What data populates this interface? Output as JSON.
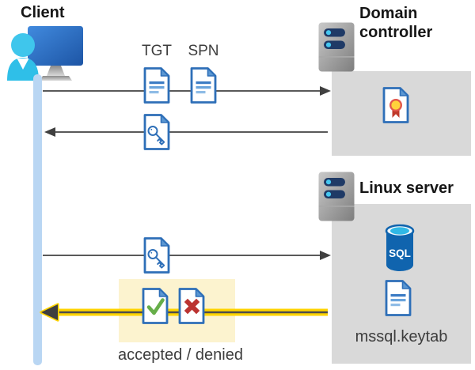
{
  "diagram": {
    "client": {
      "label": "Client"
    },
    "domain_controller": {
      "label": "Domain controller"
    },
    "linux_server": {
      "label": "Linux server"
    },
    "request": {
      "tgt_label": "TGT",
      "spn_label": "SPN"
    },
    "sql_database": {
      "icon_text": "SQL"
    },
    "keytab": {
      "label": "mssql.keytab"
    },
    "response": {
      "label": "accepted / denied"
    }
  },
  "colors": {
    "doc_blue": "#2e6fb8",
    "doc_fold_blue": "#5b97d2",
    "arrow_gray": "#595959",
    "arrow_yellow": "#ffd400",
    "highlight_yellow": "#fcf3cf",
    "panel_gray": "#d9d9d9",
    "timeline_blue": "#b9d6f3",
    "accept_green": "#66ae49",
    "deny_red": "#bb3331",
    "sql_blue": "#1064ae",
    "sql_top_cyan": "#30b8e6",
    "client_cyan": "#3fc6ec",
    "cert_gold": "#ffd23b",
    "cert_ribbon_red": "#c0392b",
    "server_pill_navy": "#1f3a66"
  }
}
